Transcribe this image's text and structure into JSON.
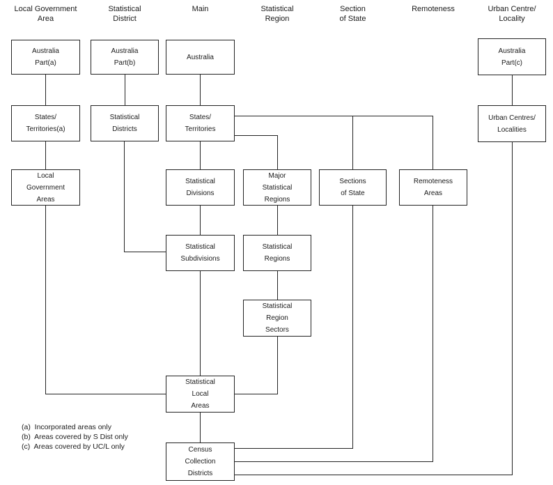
{
  "diagram": {
    "kind": "hierarchy-flowchart",
    "columns": [
      {
        "header": "Local Government\nArea"
      },
      {
        "header": "Statistical\nDistrict"
      },
      {
        "header": "Main"
      },
      {
        "header": "Statistical\nRegion"
      },
      {
        "header": "Section\nof State"
      },
      {
        "header": "Remoteness"
      },
      {
        "header": "Urban Centre/\nLocality"
      }
    ],
    "nodes": {
      "australia_part_a": "Australia\nPart(a)",
      "states_territories_a": "States/\nTerritories(a)",
      "local_government_areas": "Local\nGovernment\nAreas",
      "australia_part_b": "Australia\nPart(b)",
      "statistical_districts": "Statistical\nDistricts",
      "australia": "Australia",
      "states_territories": "States/\nTerritories",
      "statistical_divisions": "Statistical\nDivisions",
      "statistical_subdivisions": "Statistical\nSubdivisions",
      "statistical_local_areas": "Statistical\nLocal\nAreas",
      "census_collection_districts": "Census\nCollection\nDistricts",
      "major_statistical_regions": "Major\nStatistical\nRegions",
      "statistical_regions": "Statistical\nRegions",
      "statistical_region_sectors": "Statistical\nRegion\nSectors",
      "sections_of_state": "Sections\nof State",
      "remoteness_areas": "Remoteness\nAreas",
      "australia_part_c": "Australia\nPart(c)",
      "urban_centres_localities": "Urban Centres/\nLocalities"
    },
    "footnotes": [
      "(a)  Incorporated areas only",
      "(b)  Areas covered by S Dist only",
      "(c)  Areas covered by UC/L only"
    ],
    "colors": {
      "background": "#ffffff",
      "line": "#222222",
      "text": "#1a1a1a"
    }
  }
}
